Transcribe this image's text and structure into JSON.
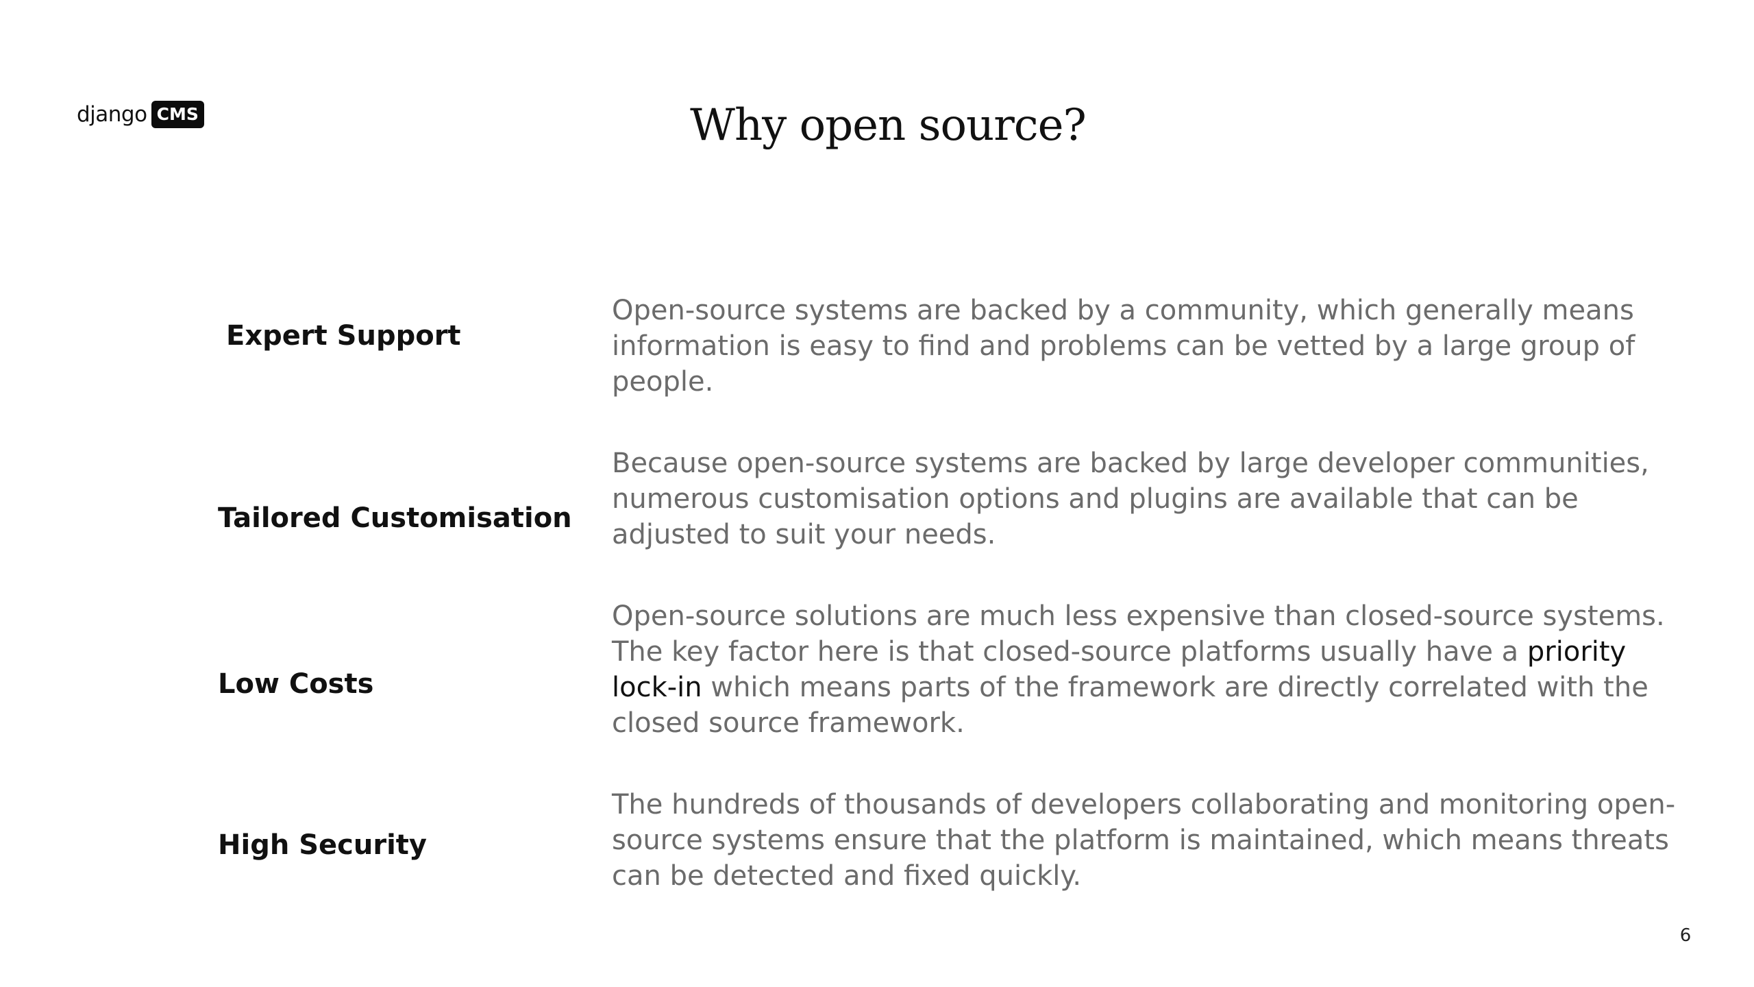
{
  "logo": {
    "wordmark": "django",
    "badge": "CMS"
  },
  "slide": {
    "title": "Why open source?",
    "page_number": "6"
  },
  "rows": [
    {
      "label": "Expert Support",
      "description": "Open-source systems are backed by a community, which generally means information is easy to find and problems can be vetted by a large group of people."
    },
    {
      "label": "Tailored Customisation",
      "description": "Because open-source systems are backed by large developer communities, numerous customisation options and plugins are available that can be adjusted to suit your needs."
    },
    {
      "label": "Low Costs",
      "description_before": "Open-source solutions are much less expensive than closed-source systems. The key factor here is that closed-source platforms usually have a ",
      "description_highlight": "priority lock-in",
      "description_after": " which means parts of the framework are directly correlated with the closed source framework."
    },
    {
      "label": "High Security",
      "description": "The hundreds of thousands of developers collaborating and monitoring open-source systems ensure that the platform is maintained, which means threats can be detected and fixed quickly."
    }
  ]
}
